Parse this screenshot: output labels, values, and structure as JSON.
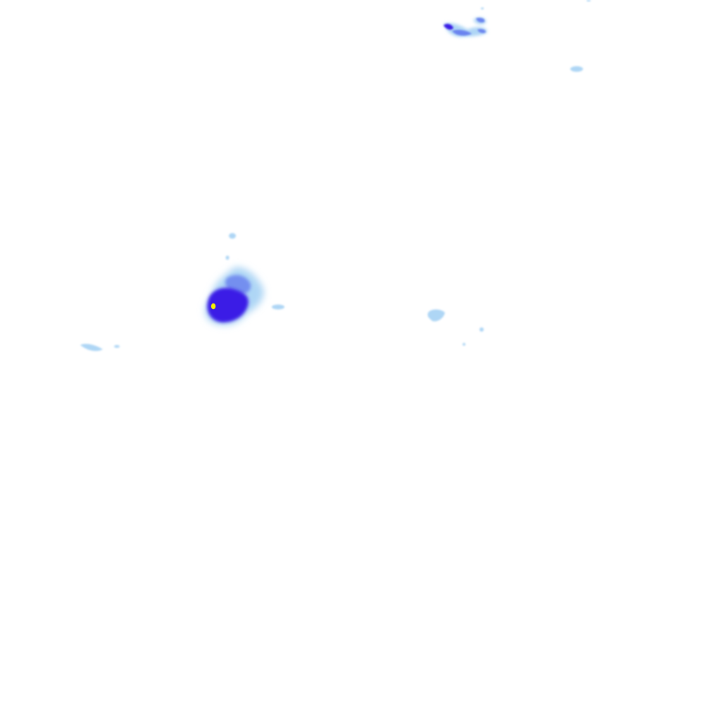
{
  "map": {
    "kind": "precipitation-radar-tile",
    "background_color": "#ffffff",
    "intensity_colors": {
      "light": "#aed6f5",
      "moderate": "#6a83ef",
      "heavy": "#3a1fe6",
      "peak": "#f7f000"
    },
    "echo_cells": [
      {
        "name": "main-storm-cell",
        "intensity": "heavy",
        "has_core": true
      },
      {
        "name": "north-cluster-cell",
        "intensity": "moderate",
        "has_core": false
      },
      {
        "name": "northeast-speck",
        "intensity": "light",
        "has_core": false
      },
      {
        "name": "central-east-cell",
        "intensity": "light",
        "has_core": false
      },
      {
        "name": "west-band-cell",
        "intensity": "light",
        "has_core": false
      },
      {
        "name": "scattered-specks",
        "intensity": "light",
        "has_core": false
      }
    ]
  }
}
